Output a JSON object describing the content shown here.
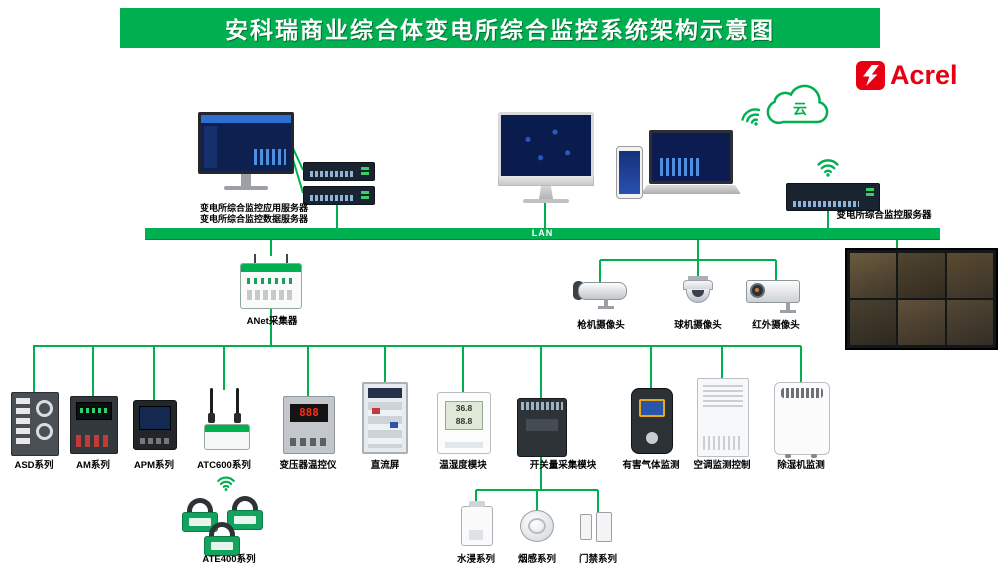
{
  "colors": {
    "green": "#00B050",
    "red": "#E60012"
  },
  "title": "安科瑞商业综合体变电所综合监控系统架构示意图",
  "logo": {
    "text": "Acrel"
  },
  "cloud": {
    "label": "云"
  },
  "servers": {
    "app_server_label": "变电所综合监控应用服务器",
    "data_server_label": "变电所综合监控数据服务器",
    "monitor_server_label": "变电所综合监控服务器"
  },
  "lan": {
    "label": "LAN"
  },
  "collector": {
    "label": "ANet采集器"
  },
  "cameras": [
    {
      "label": "枪机摄像头"
    },
    {
      "label": "球机摄像头"
    },
    {
      "label": "红外摄像头"
    }
  ],
  "devices": [
    {
      "label": "ASD系列"
    },
    {
      "label": "AM系列"
    },
    {
      "label": "APM系列"
    },
    {
      "label": "ATC600系列"
    },
    {
      "label": "变压器温控仪"
    },
    {
      "label": "直流屏"
    },
    {
      "label": "温湿度模块"
    },
    {
      "label": "开关量采集模块"
    },
    {
      "label": "有害气体监测"
    },
    {
      "label": "空调监测控制"
    },
    {
      "label": "除湿机监测"
    }
  ],
  "wireless_device": {
    "label": "ATE400系列"
  },
  "sub_devices": [
    {
      "label": "水浸系列"
    },
    {
      "label": "烟感系列"
    },
    {
      "label": "门禁系列"
    }
  ],
  "th_display": {
    "temp": "36.8",
    "humidity": "88.8"
  },
  "temp_controller_display": "888"
}
